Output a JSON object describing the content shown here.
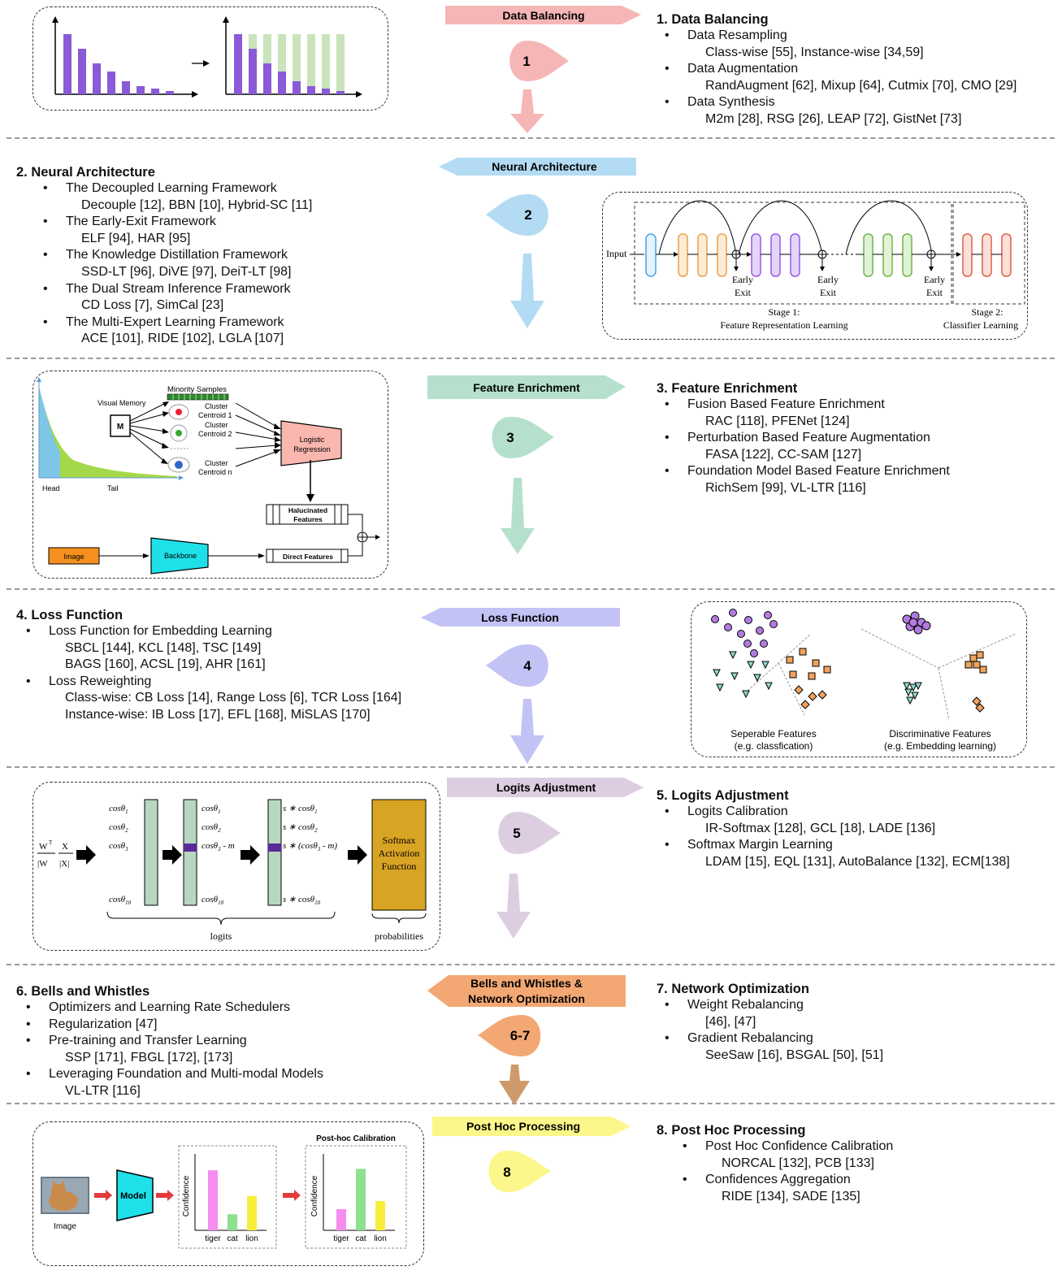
{
  "stages": [
    {
      "num": "1",
      "banner": "Data Balancing",
      "color": "#f7b6b6",
      "dir": "right",
      "title": "1. Data Balancing",
      "items": [
        {
          "label": "Data Resampling",
          "sub": [
            "Class-wise [55], Instance-wise  [34,59]"
          ]
        },
        {
          "label": "Data Augmentation",
          "sub": [
            "RandAugment [62], Mixup [64], Cutmix [70], CMO [29]"
          ]
        },
        {
          "label": "Data Synthesis",
          "sub": [
            "M2m [28], RSG [26], LEAP [72], GistNet [73]"
          ]
        }
      ]
    },
    {
      "num": "2",
      "banner": "Neural Architecture",
      "color": "#b3dbf3",
      "dir": "left",
      "title": "2. Neural Architecture",
      "items": [
        {
          "label": "The Decoupled Learning Framework",
          "sub": [
            "Decouple [12], BBN [10], Hybrid-SC [11]"
          ]
        },
        {
          "label": "The Early-Exit Framework",
          "sub": [
            "ELF [94], HAR [95]"
          ]
        },
        {
          "label": "The Knowledge Distillation Framework",
          "sub": [
            "SSD-LT [96], DiVE [97], DeiT-LT [98]"
          ]
        },
        {
          "label": "The Dual Stream Inference Framework",
          "sub": [
            "CD Loss [7], SimCal [23]"
          ]
        },
        {
          "label": "The Multi-Expert Learning Framework",
          "sub": [
            "ACE [101], RIDE [102], LGLA [107]"
          ]
        }
      ]
    },
    {
      "num": "3",
      "banner": "Feature Enrichment",
      "color": "#b4e0cc",
      "dir": "right",
      "title": "3. Feature Enrichment",
      "items": [
        {
          "label": "Fusion Based Feature Enrichment",
          "sub": [
            "RAC [118], PFENet [124]"
          ]
        },
        {
          "label": "Perturbation Based Feature Augmentation",
          "sub": [
            "FASA [122], CC-SAM [127]"
          ]
        },
        {
          "label": "Foundation Model Based Feature Enrichment",
          "sub": [
            "RichSem [99], VL-LTR [116]"
          ]
        }
      ]
    },
    {
      "num": "4",
      "banner": "Loss  Function",
      "color": "#c2c2f5",
      "dir": "left",
      "title": "4. Loss Function",
      "items": [
        {
          "label": "Loss Function for Embedding Learning",
          "sub": [
            "SBCL [144], KCL [148], TSC [149]",
            "BAGS [160], ACSL [19], AHR [161]"
          ]
        },
        {
          "label": "Loss Reweighting",
          "sub": [
            "Class-wise: CB Loss [14], Range Loss [6], TCR Loss [164]",
            "Instance-wise: IB Loss [17], EFL [168], MiSLAS [170]"
          ]
        }
      ]
    },
    {
      "num": "5",
      "banner": "Logits Adjustment",
      "color": "#dccde0",
      "dir": "right",
      "title": "5. Logits Adjustment",
      "items": [
        {
          "label": "Logits Calibration",
          "sub": [
            "IR-Softmax [128], GCL [18], LADE [136]"
          ]
        },
        {
          "label": "Softmax Margin Learning",
          "sub": [
            "LDAM [15], EQL [131], AutoBalance [132], ECM[138]"
          ]
        }
      ]
    },
    {
      "num": "6-7",
      "banner": "Bells and Whistles &",
      "banner2": "Network  Optimization",
      "color": "#f3a874",
      "dir": "left"
    },
    {
      "num": "8",
      "banner": "Post Hoc Processing",
      "color": "#fbf78a",
      "dir": "right",
      "title": "8. Post Hoc Processing",
      "items": [
        {
          "label": "Post Hoc Confidence Calibration",
          "sub": [
            "NORCAL [132], PCB [133]"
          ]
        },
        {
          "label": "Confidences Aggregation",
          "sub": [
            "RIDE [134], SADE [135]"
          ]
        }
      ]
    }
  ],
  "section6": {
    "title": "6. Bells and Whistles",
    "items": [
      {
        "label": "Optimizers and Learning Rate Schedulers",
        "sub": []
      },
      {
        "label": "Regularization [47]",
        "sub": []
      },
      {
        "label": "Pre-training and Transfer Learning",
        "sub": [
          "SSP [171], FBGL [172], [173]"
        ]
      },
      {
        "label": "Leveraging Foundation and Multi-modal Models",
        "sub": [
          "VL-LTR [116]"
        ]
      }
    ]
  },
  "section7": {
    "title": "7. Network Optimization",
    "items": [
      {
        "label": "Weight Rebalancing",
        "sub": [
          "[46],  [47]"
        ]
      },
      {
        "label": "Gradient Rebalancing",
        "sub": [
          "SeeSaw [16], BSGAL [50], [51]"
        ]
      }
    ]
  },
  "fig2": {
    "input": "Input",
    "early_exit_1": "Early",
    "early_exit_2": "Exit",
    "stage1_a": "Stage 1:",
    "stage1_b": "Feature Representation Learning",
    "stage2_a": "Stage 2:",
    "stage2_b": "Classifier Learning"
  },
  "fig3": {
    "minority": "Minority Samples",
    "visual_memory": "Visual Memory",
    "m": "M",
    "c1a": "Cluster",
    "c1b": "Centroid 1",
    "c2a": "Cluster",
    "c2b": "Centroid 2",
    "cna": "Cluster",
    "cnb": "Centroid n",
    "lr_a": "Logistic",
    "lr_b": "Regression",
    "hal_a": "Halucinated",
    "hal_b": "Features",
    "direct": "Direct Features",
    "image": "Image",
    "backbone": "Backbone",
    "head": "Head",
    "tail": "Tail"
  },
  "fig4": {
    "sep_a": "Seperable Features",
    "sep_b": "(e.g. classfication)",
    "disc_a": "Discriminative Features",
    "disc_b": "(e.g. Embedding learning)"
  },
  "fig5": {
    "frac_num_a": "W",
    "frac_sup": "T",
    "frac_num_b": "X",
    "frac_den_a": "|W",
    "frac_den_b": "|X|",
    "c1": "cosθ",
    "logits": "logits",
    "probabilities": "probabilities",
    "softmax_a": "Softmax",
    "softmax_b": "Activation",
    "softmax_c": "Function",
    "m_minus": "- m",
    "s": "s"
  },
  "fig8": {
    "image": "Image",
    "model": "Model",
    "confidence": "Confidence",
    "posthoc": "Post-hoc Calibration",
    "cats": [
      "tiger",
      "cat",
      "lion"
    ],
    "before": [
      0.82,
      0.22,
      0.47
    ],
    "after": [
      0.29,
      0.84,
      0.4
    ],
    "colors": [
      "#f58cf0",
      "#8ee08e",
      "#f7ee3a"
    ]
  }
}
